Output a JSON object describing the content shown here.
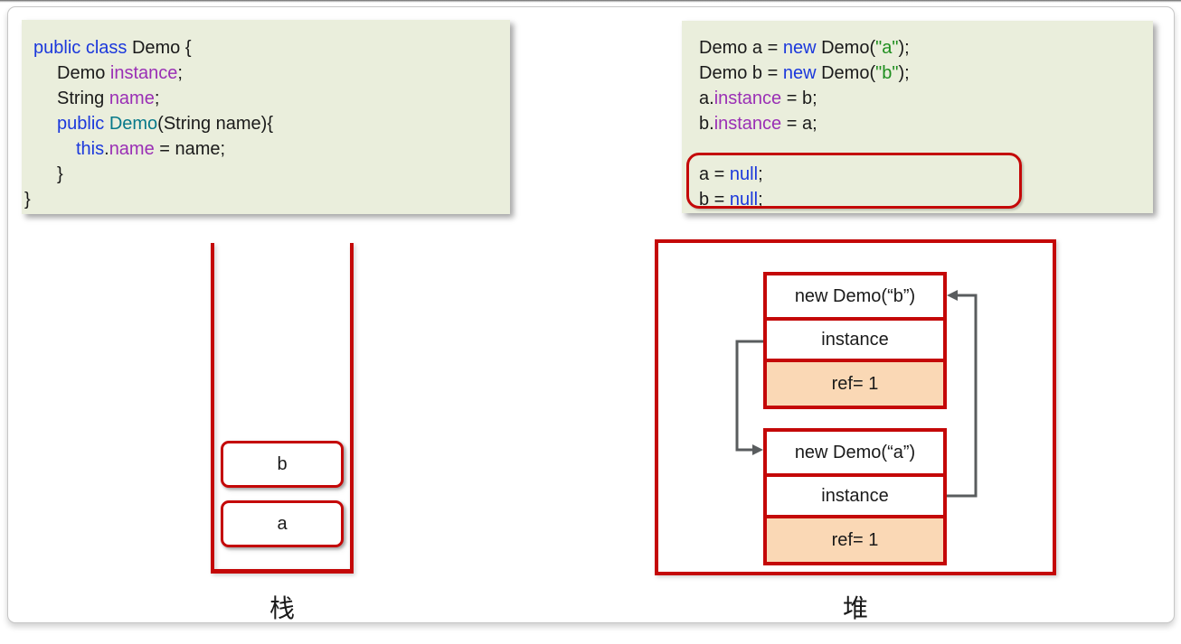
{
  "labels": {
    "stack": "栈",
    "heap": "堆"
  },
  "colors": {
    "border_red": "#c40808",
    "ref_row_bg": "#fad8b5",
    "arrow_gray": "#595c5e",
    "code_bg": "#eaeedc",
    "keyword_blue": "#1b38dc",
    "type_teal": "#07798a",
    "field_purple": "#9a2fb5",
    "string_green": "#1f8e1f",
    "text_black": "#1a1a1a"
  },
  "code_left": {
    "lines": [
      {
        "ind": 13,
        "tokens": [
          [
            "public class",
            "k"
          ],
          [
            " Demo {",
            "p"
          ]
        ]
      },
      {
        "ind": 39,
        "tokens": [
          [
            "Demo ",
            "p"
          ],
          [
            "instance",
            "v"
          ],
          [
            ";",
            "p"
          ]
        ]
      },
      {
        "ind": 39,
        "tokens": [
          [
            "String ",
            "p"
          ],
          [
            "name",
            "v"
          ],
          [
            ";",
            "p"
          ]
        ]
      },
      {
        "ind": 39,
        "tokens": [
          [
            "public ",
            "k"
          ],
          [
            "Demo",
            "t"
          ],
          [
            "(String name){",
            "p"
          ]
        ]
      },
      {
        "ind": 60,
        "tokens": [
          [
            "this",
            "k"
          ],
          [
            ".",
            "p"
          ],
          [
            "name",
            "v"
          ],
          [
            " = name;",
            "p"
          ]
        ]
      },
      {
        "ind": 39,
        "tokens": [
          [
            "}",
            "p"
          ]
        ]
      },
      {
        "ind": 3,
        "tokens": [
          [
            "}",
            "p"
          ]
        ]
      }
    ]
  },
  "code_right": {
    "lines": [
      {
        "ind": 19,
        "tokens": [
          [
            "Demo a = ",
            "p"
          ],
          [
            "new",
            "k"
          ],
          [
            " Demo(",
            "p"
          ],
          [
            "\"a\"",
            "s"
          ],
          [
            ");",
            "p"
          ]
        ]
      },
      {
        "ind": 19,
        "tokens": [
          [
            "Demo b = ",
            "p"
          ],
          [
            "new",
            "k"
          ],
          [
            " Demo(",
            "p"
          ],
          [
            "\"b\"",
            "s"
          ],
          [
            ");",
            "p"
          ]
        ]
      },
      {
        "ind": 19,
        "tokens": [
          [
            "a.",
            "p"
          ],
          [
            "instance",
            "v"
          ],
          [
            " = b;",
            "p"
          ]
        ]
      },
      {
        "ind": 19,
        "tokens": [
          [
            "b.",
            "p"
          ],
          [
            "instance",
            "v"
          ],
          [
            " = a;",
            "p"
          ]
        ]
      },
      {
        "ind": 19,
        "tokens": []
      },
      {
        "ind": 19,
        "tokens": [
          [
            "a = ",
            "p"
          ],
          [
            "null",
            "k"
          ],
          [
            ";",
            "p"
          ]
        ]
      },
      {
        "ind": 19,
        "tokens": [
          [
            "b = ",
            "p"
          ],
          [
            "null",
            "k"
          ],
          [
            ";",
            "p"
          ]
        ]
      }
    ]
  },
  "stack": {
    "frames": [
      "b",
      "a"
    ]
  },
  "heap": {
    "objects": [
      {
        "title": "new Demo(“b”)",
        "field": "instance",
        "ref": "ref= 1"
      },
      {
        "title": "new Demo(“a”)",
        "field": "instance",
        "ref": "ref= 1"
      }
    ]
  }
}
